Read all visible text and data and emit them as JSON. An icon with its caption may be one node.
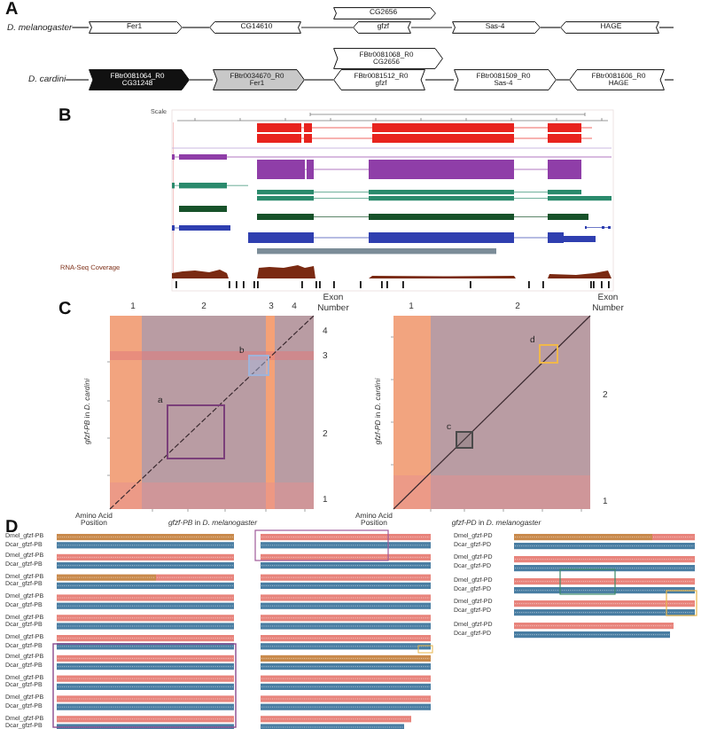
{
  "diagram": {
    "nodes": [
      {
        "text": [
          "D. melanogaster"
        ]
      },
      {
        "text": [
          "Fer1"
        ]
      },
      {
        "text": [
          "CG14610"
        ]
      },
      {
        "text": [
          "CG2656"
        ]
      },
      {
        "text": [
          "gfzf"
        ]
      },
      {
        "text": [
          "Sas-4"
        ]
      },
      {
        "text": [
          "HAGE"
        ]
      },
      {
        "text": [
          "D. cardini"
        ]
      },
      {
        "text": [
          "FBtr0081064_R0",
          "CG31248"
        ]
      },
      {
        "text": [
          "FBtr0034670_R0",
          "Fer1"
        ]
      },
      {
        "text": [
          "FBtr0081068_R0",
          "CG2656"
        ]
      },
      {
        "text": [
          "FBtr0081512_R0",
          "gfzf"
        ]
      },
      {
        "text": [
          "FBtr0081509_R0",
          "Sas-4"
        ]
      },
      {
        "text": [
          "FBtr0081606_R0",
          "HAGE"
        ]
      },
      {
        "text": [
          "a"
        ]
      },
      {
        "text": [
          "b"
        ]
      },
      {
        "text": [
          "c"
        ]
      },
      {
        "text": [
          "d"
        ]
      }
    ],
    "edges": [
      {
        "from": 0,
        "to": 1,
        "arrow": "none"
      },
      {
        "from": 1,
        "to": 2,
        "arrow": "none"
      },
      {
        "from": 2,
        "to": 4,
        "arrow": "none"
      },
      {
        "from": 4,
        "to": 5,
        "arrow": "none"
      },
      {
        "from": 5,
        "to": 6,
        "arrow": "none"
      },
      {
        "from": 6,
        "to": null,
        "arrow": "none"
      },
      {
        "from": 7,
        "to": 8,
        "arrow": "none"
      },
      {
        "from": 8,
        "to": 9,
        "arrow": "none"
      },
      {
        "from": 9,
        "to": 11,
        "arrow": "none"
      },
      {
        "from": 11,
        "to": 12,
        "arrow": "none"
      },
      {
        "from": 12,
        "to": 13,
        "arrow": "none"
      },
      {
        "from": 13,
        "to": null,
        "arrow": "none"
      }
    ],
    "labels": [
      "A",
      "B",
      "Scale",
      "RNA-Seq Coverage",
      "C",
      "1",
      "2",
      "3",
      "4",
      "Exon Number",
      "4",
      "3",
      "2",
      "1",
      "*gfzf-PB* in *D. cardini*",
      "Amino Acid Position",
      "*gfzf-PB* in *D. melanogaster*",
      "1",
      "2",
      "Exon Number",
      "2",
      "1",
      "*gfzf-PD* in *D. cardini*",
      "Amino Acid Position",
      "*gfzf-PD* in *D. melanogaster*",
      "D",
      "Dmel_gfzf-PB",
      "Dcar_gfzf-PB",
      "Dmel_gfzf-PB",
      "Dcar_gfzf-PB",
      "Dmel_gfzf-PB",
      "Dcar_gfzf-PB",
      "Dmel_gfzf-PB",
      "Dcar_gfzf-PB",
      "Dmel_gfzf-PB",
      "Dcar_gfzf-PB",
      "Dmel_gfzf-PB",
      "Dcar_gfzf-PB",
      "Dmel_gfzf-PB",
      "Dcar_gfzf-PB",
      "Dmel_gfzf-PB",
      "Dcar_gfzf-PB",
      "Dmel_gfzf-PB",
      "Dcar_gfzf-PB",
      "Dmel_gfzf-PB",
      "Dcar_gfzf-PB",
      "Dmel_gfzf-PD",
      "Dcar_gfzf-PD",
      "Dmel_gfzf-PD",
      "Dcar_gfzf-PD",
      "Dmel_gfzf-PD",
      "Dcar_gfzf-PD",
      "Dmel_gfzf-PD",
      "Dcar_gfzf-PD",
      "Dmel_gfzf-PD",
      "Dcar_gfzf-PD"
    ]
  }
}
